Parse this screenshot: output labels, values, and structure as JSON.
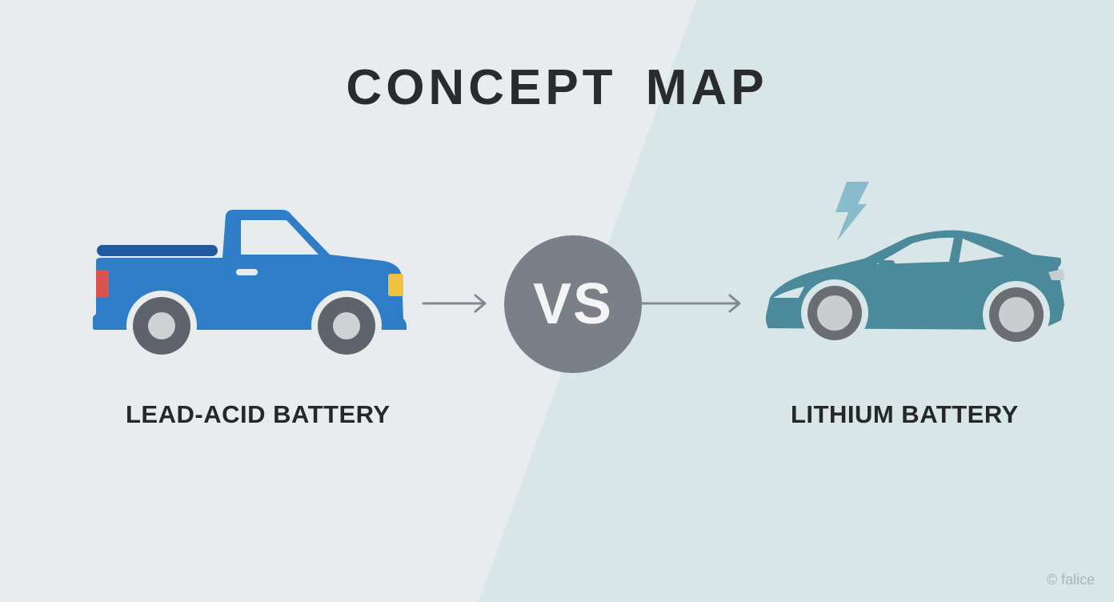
{
  "title": "CONCEPT MAP",
  "left": {
    "label": "LEAD-ACID BATTERY",
    "icon": "pickup-truck-icon",
    "colors": {
      "body": "#2f7dc6",
      "bed_rail": "#1f5a9e",
      "tail_light": "#d9534f",
      "head_light": "#f0c040",
      "tire": "#5f636b",
      "hub": "#cfd2d4"
    }
  },
  "center": {
    "badge": "VS",
    "badge_color": "#7b7f87",
    "arrow_color": "#85898f"
  },
  "right": {
    "label": "LITHIUM BATTERY",
    "icon": "electric-sports-car-icon",
    "bolt_icon": "lightning-bolt-icon",
    "colors": {
      "body": "#4b8a9a",
      "bolt": "#88bccc",
      "tire": "#6a6e72",
      "hub": "#cacdd0"
    }
  },
  "background": {
    "left": "#e9ecef",
    "right": "#d8e6e8"
  },
  "watermark": "© falice"
}
